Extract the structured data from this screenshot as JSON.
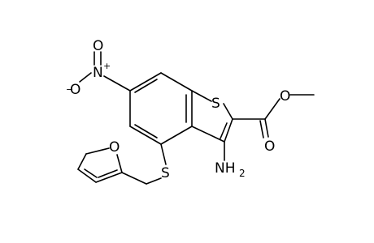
{
  "atoms": {
    "O_furan": "O",
    "S_thioether": "S",
    "S_ring": "S",
    "N_amine": "NH",
    "amine_subscript": "2",
    "N_nitro": "N",
    "nitro_plus": "+",
    "O_nitro_minus": "O",
    "nitro_minus": "−",
    "O_nitro": "O",
    "O_carbonyl": "O",
    "O_ester": "O"
  }
}
